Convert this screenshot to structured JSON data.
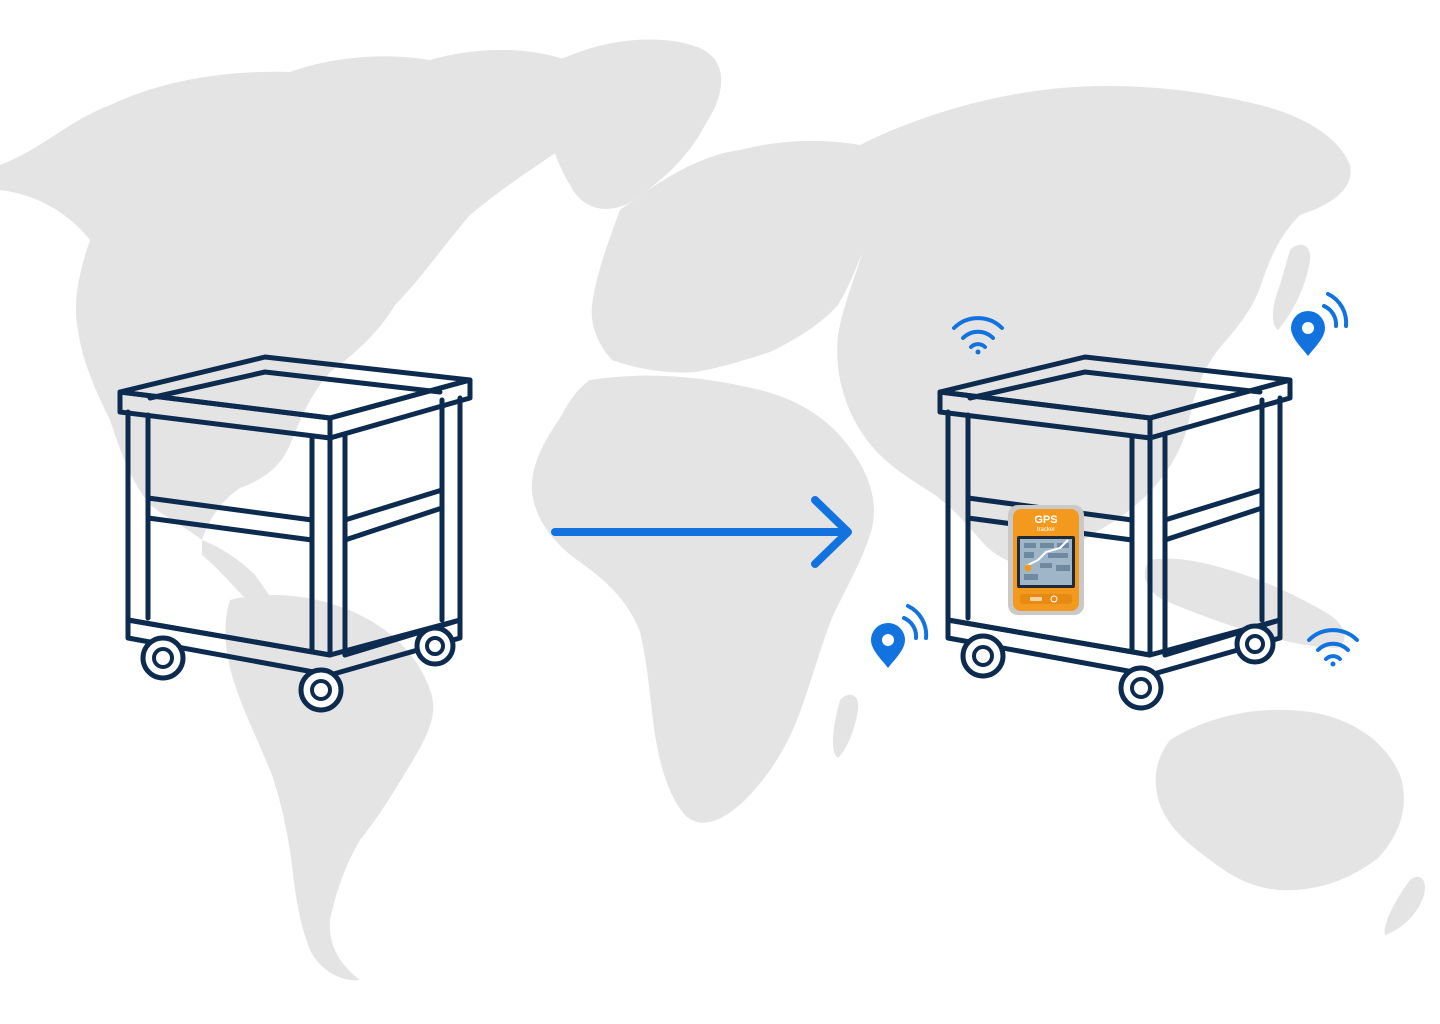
{
  "colors": {
    "accent": "#1273de",
    "cart_stroke": "#0d2b4e",
    "land": "#e4e4e4",
    "tracker_body": "#f39a1e",
    "tracker_frame": "#c9c9c9",
    "background": "#ffffff"
  },
  "device": {
    "title": "GPS",
    "subtitle": "tracker",
    "icon": "gps-tracker-device"
  },
  "icons": {
    "arrow": "arrow-right-icon",
    "signal": "wifi-signal-icon",
    "pin": "location-pin-signal-icon",
    "cart": "rolling-cart-icon"
  }
}
